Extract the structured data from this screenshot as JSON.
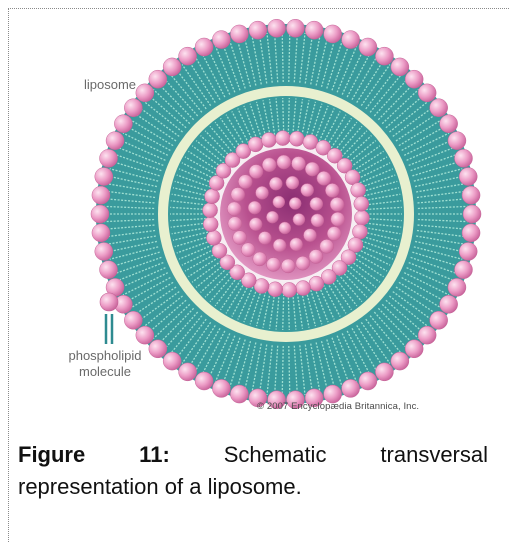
{
  "diagram": {
    "label_liposome": "liposome",
    "label_molecule_line1": "phospholipid",
    "label_molecule_line2": "molecule",
    "copyright": "© 2007 Encyclopædia Britannica, Inc.",
    "colors": {
      "head": "#e78fbd",
      "head_highlight": "#fbd6e9",
      "tail": "#2f8f93",
      "tail_light": "#8fd3c8",
      "core": "#a04a8a",
      "core_light": "#e79ac4",
      "inner_band": "#f2f4da"
    }
  },
  "caption": {
    "label": "Figure 11:",
    "text": " Schematic transversal representation of a liposome."
  }
}
